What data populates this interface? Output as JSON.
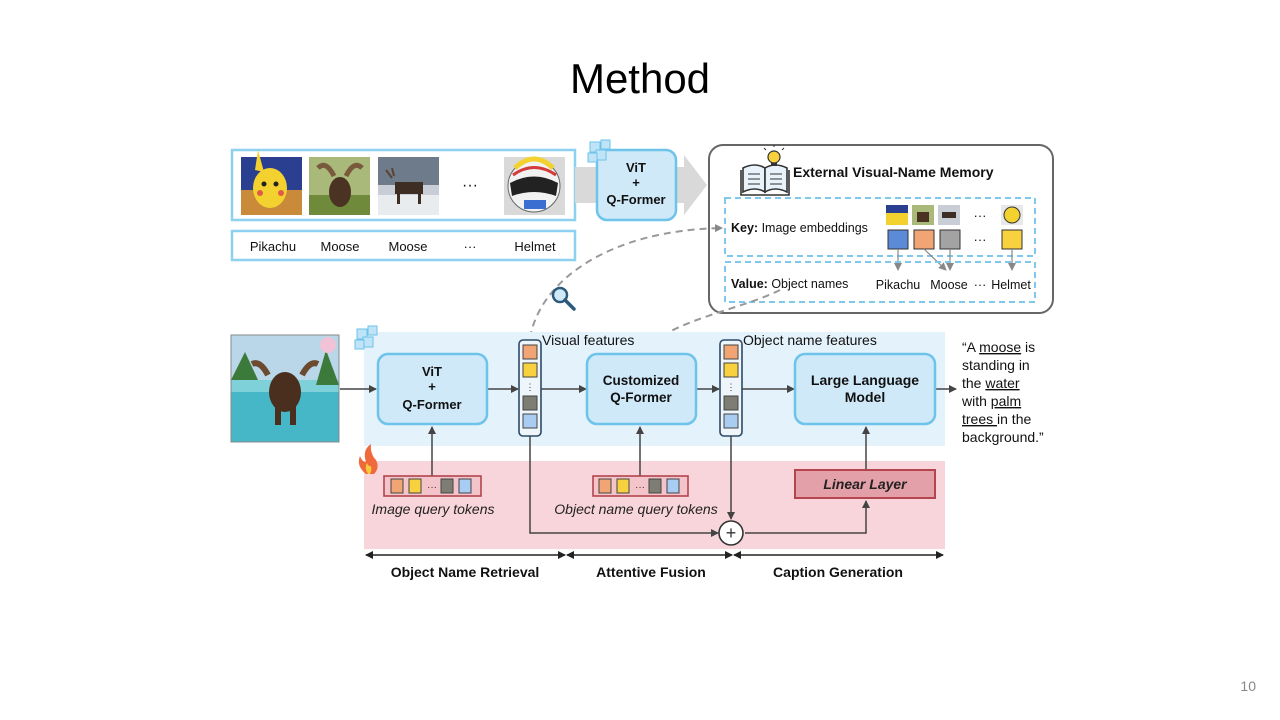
{
  "title": "Method",
  "page_number": "10",
  "top_strip": {
    "labels": [
      "Pikachu",
      "Moose",
      "Moose",
      "···",
      "Helmet"
    ],
    "ellipsis": "···"
  },
  "encoder_top": {
    "line1": "ViT",
    "line2": "+",
    "line3": "Q-Former"
  },
  "memory": {
    "title": "External Visual-Name Memory",
    "key_bold": "Key:",
    "key_text": "Image embeddings",
    "value_bold": "Value:",
    "value_text": "Object names",
    "dots": "···",
    "names": [
      "Pikachu",
      "Moose",
      "···",
      "Helmet"
    ]
  },
  "pipeline": {
    "vit": {
      "line1": "ViT",
      "line2": "+",
      "line3": "Q-Former"
    },
    "visual_features": "Visual features",
    "customized": {
      "line1": "Customized",
      "line2": "Q-Former"
    },
    "object_name_features": "Object name features",
    "llm": {
      "line1": "Large Language",
      "line2": "Model"
    },
    "linear_layer": "Linear Layer",
    "image_query_tokens": "Image query tokens",
    "object_name_query_tokens": "Object name query tokens",
    "plus": "+",
    "token_dots": "···"
  },
  "caption": {
    "lines": [
      [
        {
          "t": "“A ",
          "u": false
        },
        {
          "t": "moose",
          "u": true
        },
        {
          "t": " is",
          "u": false
        }
      ],
      [
        {
          "t": "standing in",
          "u": false
        }
      ],
      [
        {
          "t": "the ",
          "u": false
        },
        {
          "t": "water",
          "u": true
        }
      ],
      [
        {
          "t": "with ",
          "u": false
        },
        {
          "t": "palm",
          "u": true
        }
      ],
      [
        {
          "t": "trees ",
          "u": true
        },
        {
          "t": "in the",
          "u": false
        }
      ],
      [
        {
          "t": "background.”",
          "u": false
        }
      ]
    ]
  },
  "stages": [
    "Object Name Retrieval",
    "Attentive Fusion",
    "Caption Generation"
  ],
  "colors": {
    "light_blue_bg": "#e3f2fb",
    "pink_bg": "#f8d5da",
    "box_fill": "#cfe9f8",
    "box_stroke": "#6ec3ea",
    "linear_fill": "#e4a0a8",
    "linear_stroke": "#b4454f",
    "token_orange": "#f2a574",
    "token_yellow": "#f7d23e",
    "token_gray": "#a3a3a3",
    "token_blue": "#5b8ad6",
    "token_lightblue": "#a9cdf2",
    "token_dark": "#7d7d73"
  },
  "icons": [
    "frozen-ice-icon",
    "fire-icon",
    "magnifier-icon",
    "book-bulb-icon"
  ]
}
